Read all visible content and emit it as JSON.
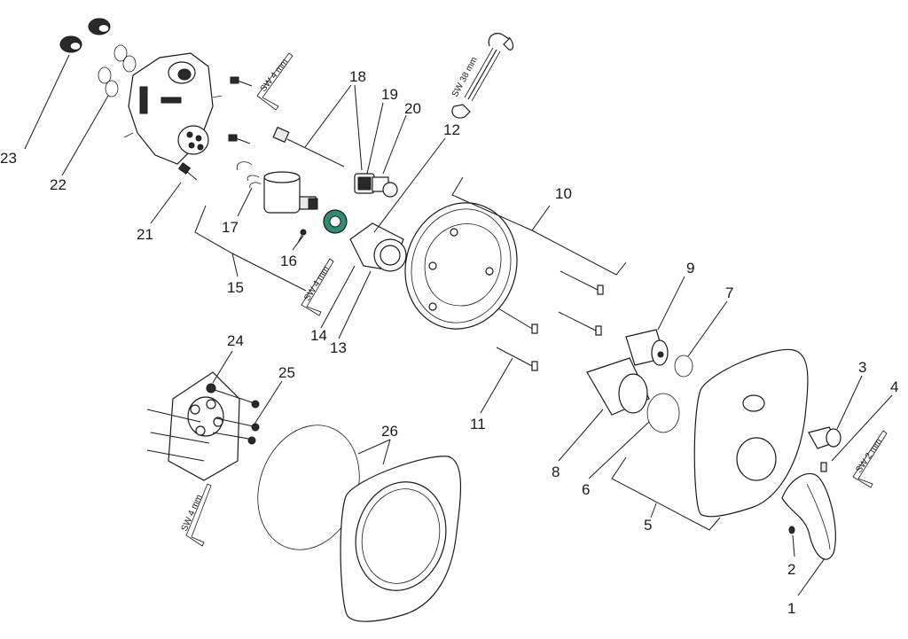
{
  "labels": {
    "p1": "1",
    "p2": "2",
    "p3": "3",
    "p4": "4",
    "p5": "5",
    "p6": "6",
    "p7": "7",
    "p8": "8",
    "p9": "9",
    "p10": "10",
    "p11": "11",
    "p12": "12",
    "p13": "13",
    "p14": "14",
    "p15": "15",
    "p16": "16",
    "p17": "17",
    "p18": "18",
    "p19": "19",
    "p20": "20",
    "p21": "21",
    "p22": "22",
    "p23": "23",
    "p24": "24",
    "p25": "25",
    "p26": "26"
  },
  "tools": {
    "wrench_top": "SW 4 mm",
    "wrench_38": "SW 38 mm",
    "wrench_15": "SW 4 mm",
    "wrench_left": "SW 4 mm",
    "wrench_right": "SW 2 mm"
  },
  "colors": {
    "line": "#1a1a1a",
    "accent_nut": "#2e8b74"
  }
}
